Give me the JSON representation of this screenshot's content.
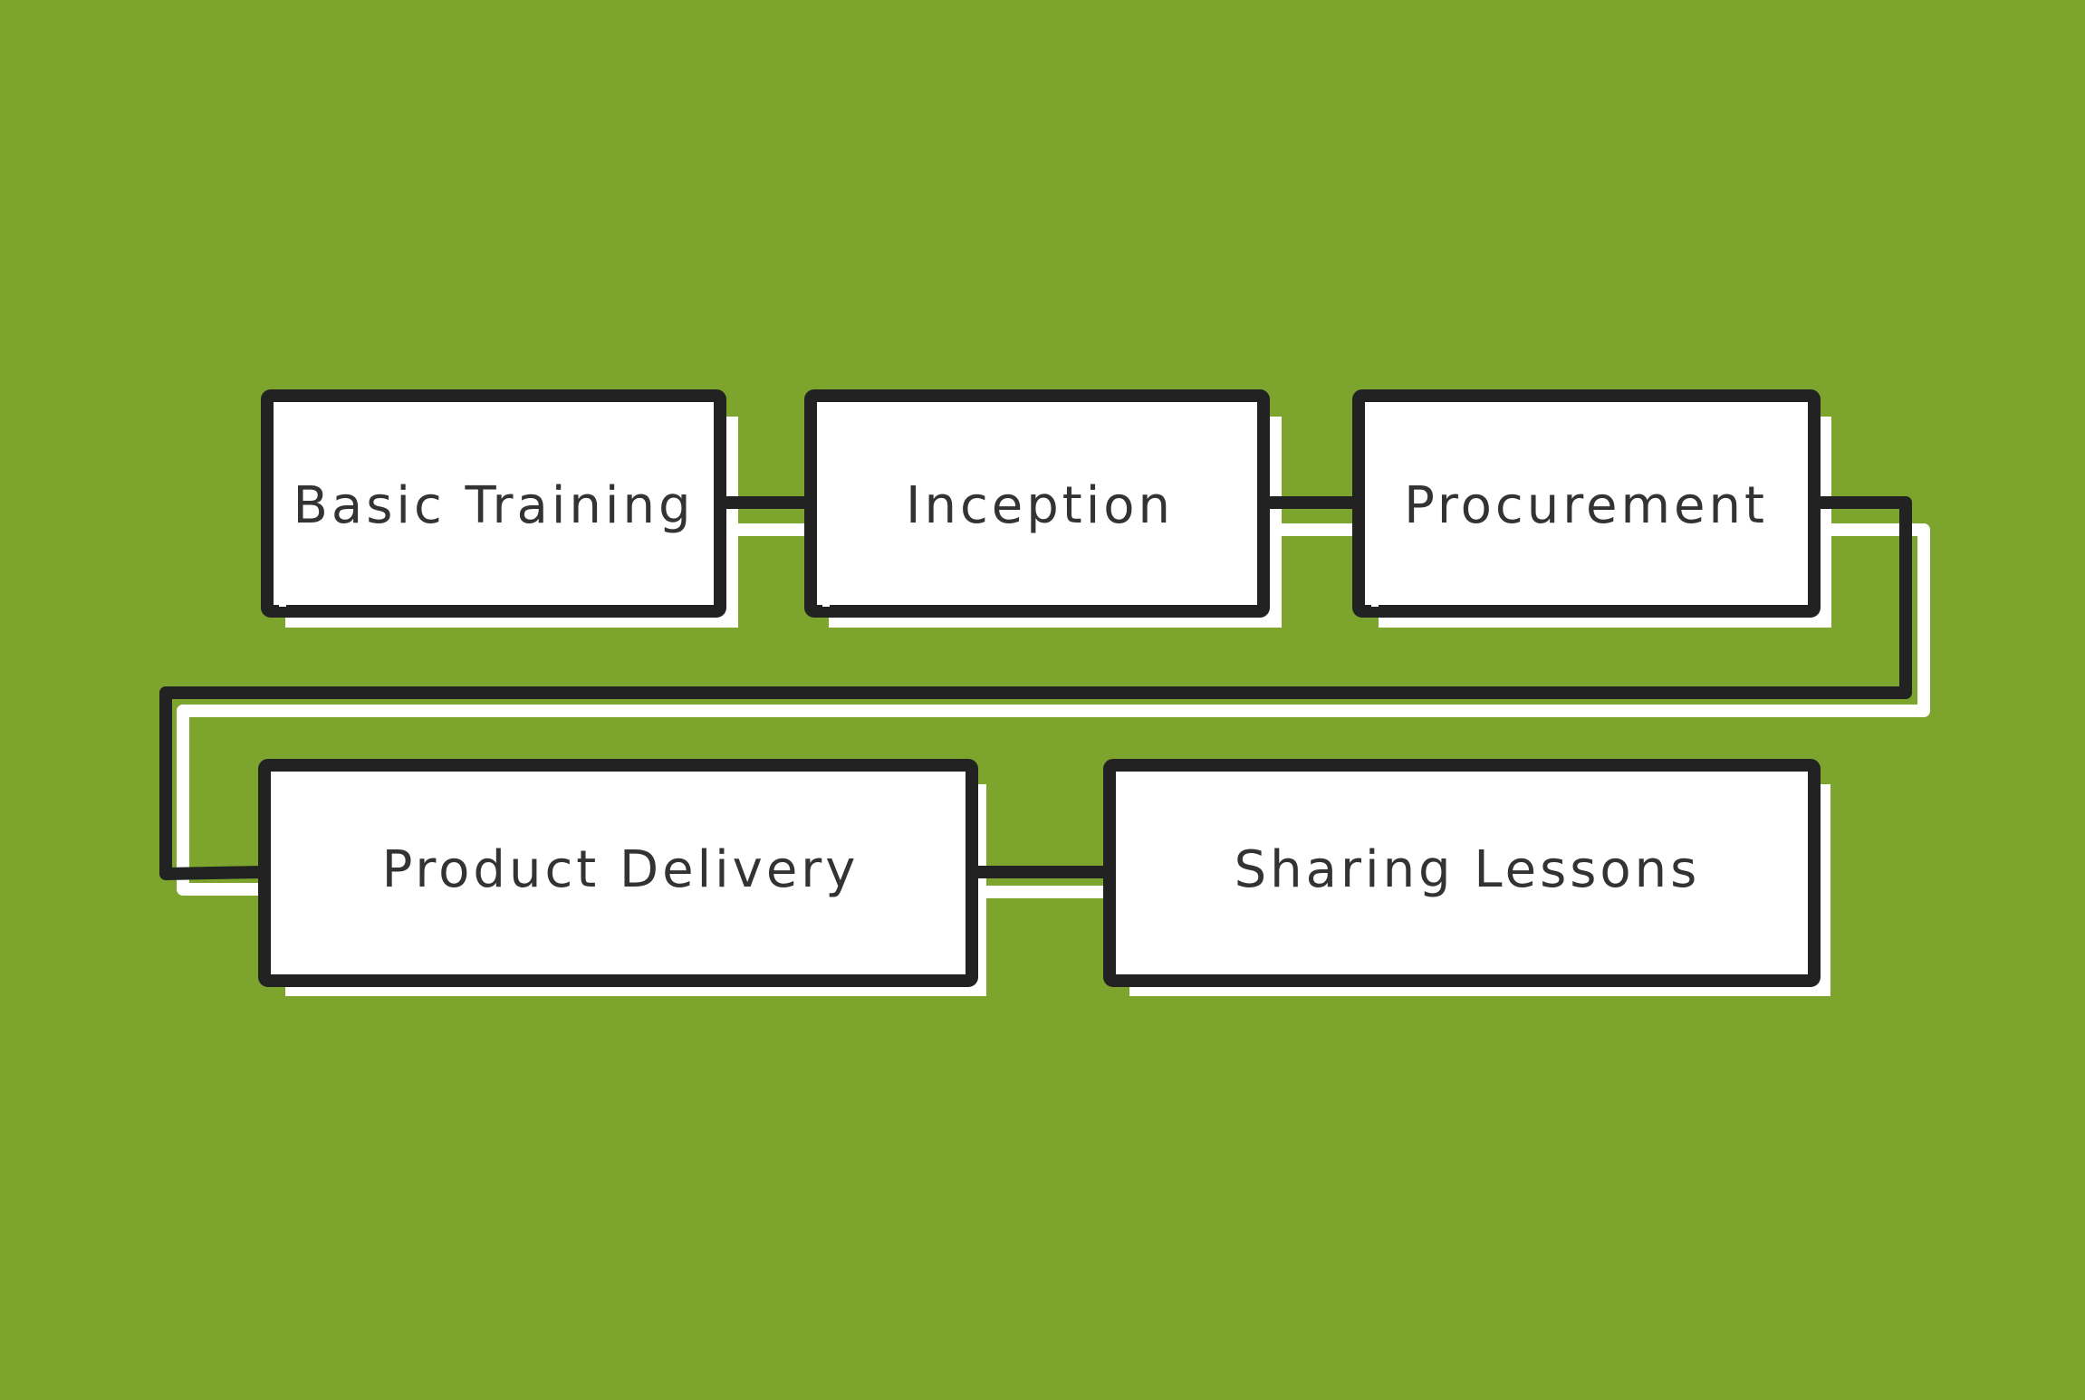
{
  "colors": {
    "background": "#7da42d",
    "box_fill": "#ffffff",
    "outline": "#222222",
    "shadow": "#ffffff",
    "text": "#333333"
  },
  "flow": {
    "steps": [
      {
        "label": "Basic Training"
      },
      {
        "label": "Inception"
      },
      {
        "label": "Procurement"
      },
      {
        "label": "Product Delivery"
      },
      {
        "label": "Sharing Lessons"
      }
    ]
  }
}
